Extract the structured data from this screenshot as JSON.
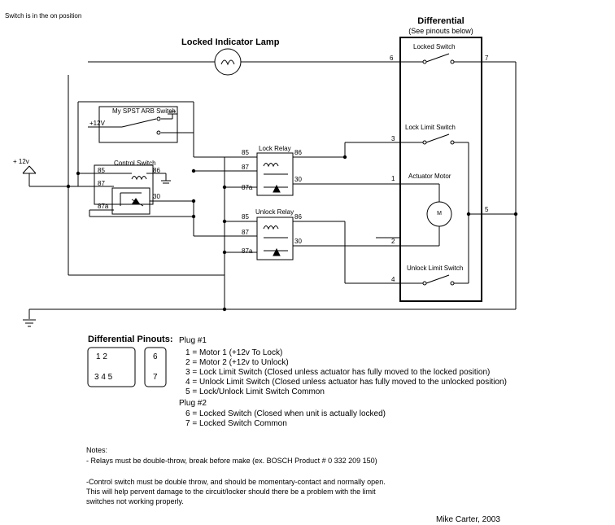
{
  "header": {
    "note": "Switch is in the on position"
  },
  "components": {
    "lamp": {
      "title": "Locked Indicator Lamp"
    },
    "differential": {
      "title": "Differential",
      "subtitle": "(See pinouts below)"
    },
    "arb_switch": {
      "title": "My SPST ARB Switch",
      "supply": "+12V"
    },
    "control_switch": {
      "title": "Control Switch",
      "t85": "85",
      "t86": "86",
      "t87": "87",
      "t87a": "87a",
      "t30": "30"
    },
    "lock_relay": {
      "title": "Lock Relay",
      "t85": "85",
      "t86": "86",
      "t87": "87",
      "t87a": "87a",
      "t30": "30"
    },
    "unlock_relay": {
      "title": "Unlock Relay",
      "t85": "85",
      "t86": "86",
      "t87": "87",
      "t87a": "87a",
      "t30": "30"
    },
    "supply": {
      "label": "+ 12v"
    },
    "inside": {
      "locked_switch": "Locked Switch",
      "lock_limit_switch": "Lock Limit Switch",
      "actuator_motor": "Actuator Motor",
      "motor_symbol": "M",
      "unlock_limit_switch": "Unlock Limit Switch"
    },
    "diff_pins": {
      "p1": "1",
      "p2": "2",
      "p3": "3",
      "p4": "4",
      "p5": "5",
      "p6": "6",
      "p7": "7"
    }
  },
  "pinouts": {
    "title": "Differential Pinouts:",
    "connector1": {
      "row1": "1  2",
      "row2": "3  4  5"
    },
    "connector2": {
      "top": "6",
      "bottom": "7"
    },
    "plug1": {
      "title": "Plug #1",
      "lines": [
        "1 = Motor 1 (+12v To Lock)",
        "2 = Motor 2 (+12v to Unlock)",
        "3 = Lock Limit Switch (Closed unless actuator has fully moved to the locked position)",
        "4 = Unlock Limit Switch (Closed unless actuator has fully moved to the unlocked position)",
        "5 = Lock/Unlock Limit Switch Common"
      ]
    },
    "plug2": {
      "title": "Plug #2",
      "lines": [
        "6 = Locked Switch (Closed when unit is actually locked)",
        "7 = Locked Switch Common"
      ]
    }
  },
  "notes": {
    "heading": "Notes:",
    "lines": [
      "- Relays must be double-throw, break before make (ex.  BOSCH  Product # 0 332 209 150)",
      "",
      "-Control switch must be double throw, and should be momentary-contact and normally open.",
      "  This will help pervent damage to the circuit/locker should there be a problem with the limit",
      "  switches not working properly."
    ]
  },
  "author": "Mike Carter, 2003"
}
